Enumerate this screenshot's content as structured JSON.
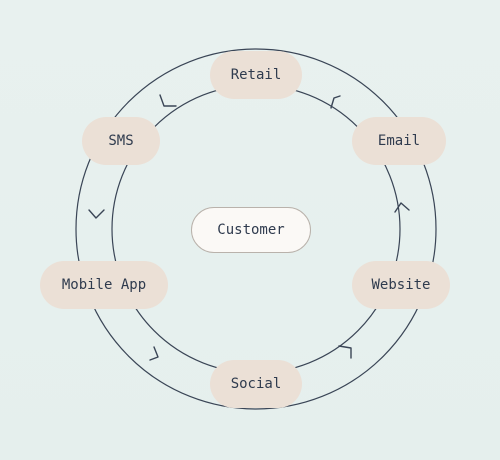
{
  "diagram": {
    "center": {
      "label": "Customer"
    },
    "channels": [
      {
        "id": "retail",
        "label": "Retail"
      },
      {
        "id": "email",
        "label": "Email"
      },
      {
        "id": "website",
        "label": "Website"
      },
      {
        "id": "social",
        "label": "Social"
      },
      {
        "id": "mobile-app",
        "label": "Mobile App"
      },
      {
        "id": "sms",
        "label": "SMS"
      }
    ],
    "colors": {
      "background": "#e8f1ef",
      "node_fill": "#ebe0d6",
      "ring_stroke": "#3a4556",
      "text": "#2f3b4e"
    }
  }
}
